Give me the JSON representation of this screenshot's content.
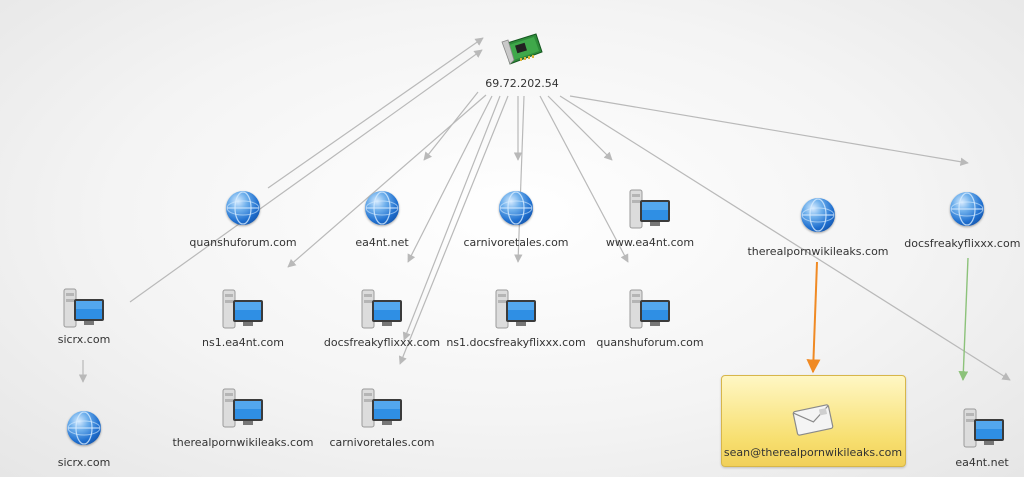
{
  "graph": {
    "root": {
      "label": "69.72.202.54",
      "icon": "network-card-icon"
    },
    "row1": [
      {
        "label": "quanshuforum.com",
        "icon": "globe-icon"
      },
      {
        "label": "ea4nt.net",
        "icon": "globe-icon"
      },
      {
        "label": "carnivoretales.com",
        "icon": "globe-icon"
      },
      {
        "label": "www.ea4nt.com",
        "icon": "server-icon"
      },
      {
        "label": "therealpornwikileaks.com",
        "icon": "globe-icon"
      },
      {
        "label": "docsfreakyflixxx.com",
        "icon": "globe-icon"
      }
    ],
    "row2": [
      {
        "label": "sicrx.com",
        "icon": "server-icon"
      },
      {
        "label": "ns1.ea4nt.com",
        "icon": "server-icon"
      },
      {
        "label": "docsfreakyflixxx.com",
        "icon": "server-icon"
      },
      {
        "label": "ns1.docsfreakyflixxx.com",
        "icon": "server-icon"
      },
      {
        "label": "quanshuforum.com",
        "icon": "server-icon"
      }
    ],
    "row3": [
      {
        "label": "sicrx.com",
        "icon": "globe-icon"
      },
      {
        "label": "therealpornwikileaks.com",
        "icon": "server-icon"
      },
      {
        "label": "carnivoretales.com",
        "icon": "server-icon"
      },
      {
        "label": "sean@therealpornwikileaks.com",
        "icon": "email-icon"
      },
      {
        "label": "ea4nt.net",
        "icon": "server-icon"
      }
    ]
  },
  "colors": {
    "edge_default": "#b9b9b9",
    "edge_highlight": "#f08a24",
    "edge_green": "#8cc27a",
    "selection_fill": "#f7df70",
    "selection_border": "#d7b64a"
  }
}
